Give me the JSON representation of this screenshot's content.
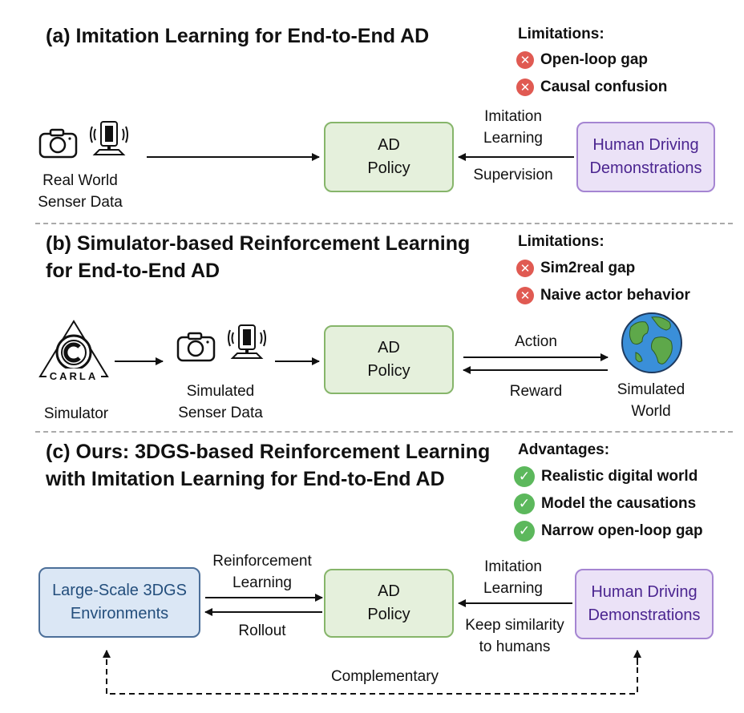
{
  "section_a": {
    "title": "(a) Imitation Learning for End-to-End AD",
    "limitations_title": "Limitations:",
    "limitations": [
      "Open-loop gap",
      "Causal confusion"
    ],
    "input_label_line1": "Real World",
    "input_label_line2": "Senser Data",
    "policy_line1": "AD",
    "policy_line2": "Policy",
    "human_line1": "Human Driving",
    "human_line2": "Demonstrations",
    "arrow_label_top_line1": "Imitation",
    "arrow_label_top_line2": "Learning",
    "arrow_label_bottom": "Supervision"
  },
  "section_b": {
    "title_line1": "(b) Simulator-based Reinforcement Learning",
    "title_line2": "for End-to-End AD",
    "limitations_title": "Limitations:",
    "limitations": [
      "Sim2real gap",
      "Naive actor behavior"
    ],
    "carla_logo_text": "CARLA",
    "simulator_label": "Simulator",
    "sensor_label_line1": "Simulated",
    "sensor_label_line2": "Senser Data",
    "policy_line1": "AD",
    "policy_line2": "Policy",
    "action_label": "Action",
    "reward_label": "Reward",
    "world_label_line1": "Simulated",
    "world_label_line2": "World"
  },
  "section_c": {
    "title_line1": "(c) Ours: 3DGS-based Reinforcement Learning",
    "title_line2": "with Imitation Learning for End-to-End AD",
    "advantages_title": "Advantages:",
    "advantages": [
      "Realistic digital world",
      "Model the causations",
      "Narrow open-loop gap"
    ],
    "env_line1": "Large-Scale 3DGS",
    "env_line2": "Environments",
    "rl_label_line1": "Reinforcement",
    "rl_label_line2": "Learning",
    "rollout_label": "Rollout",
    "policy_line1": "AD",
    "policy_line2": "Policy",
    "il_label_line1": "Imitation",
    "il_label_line2": "Learning",
    "keep_label_line1": "Keep similarity",
    "keep_label_line2": "to humans",
    "human_line1": "Human Driving",
    "human_line2": "Demonstrations",
    "complementary_label": "Complementary"
  },
  "colors": {
    "policy_fill": "#e5f0dc",
    "policy_border": "#86b56a",
    "human_fill": "#ebe2f7",
    "human_border": "#a585d2",
    "human_text": "#4b2590",
    "env_fill": "#dbe7f5",
    "env_border": "#4c6f99",
    "env_text": "#234e7c",
    "limitation_icon": "#e05a52",
    "advantage_icon": "#5cb85c"
  },
  "icons": [
    "camera-icon",
    "lidar-icon",
    "x-circle-icon",
    "check-circle-icon",
    "carla-logo-icon",
    "earth-globe-icon"
  ]
}
